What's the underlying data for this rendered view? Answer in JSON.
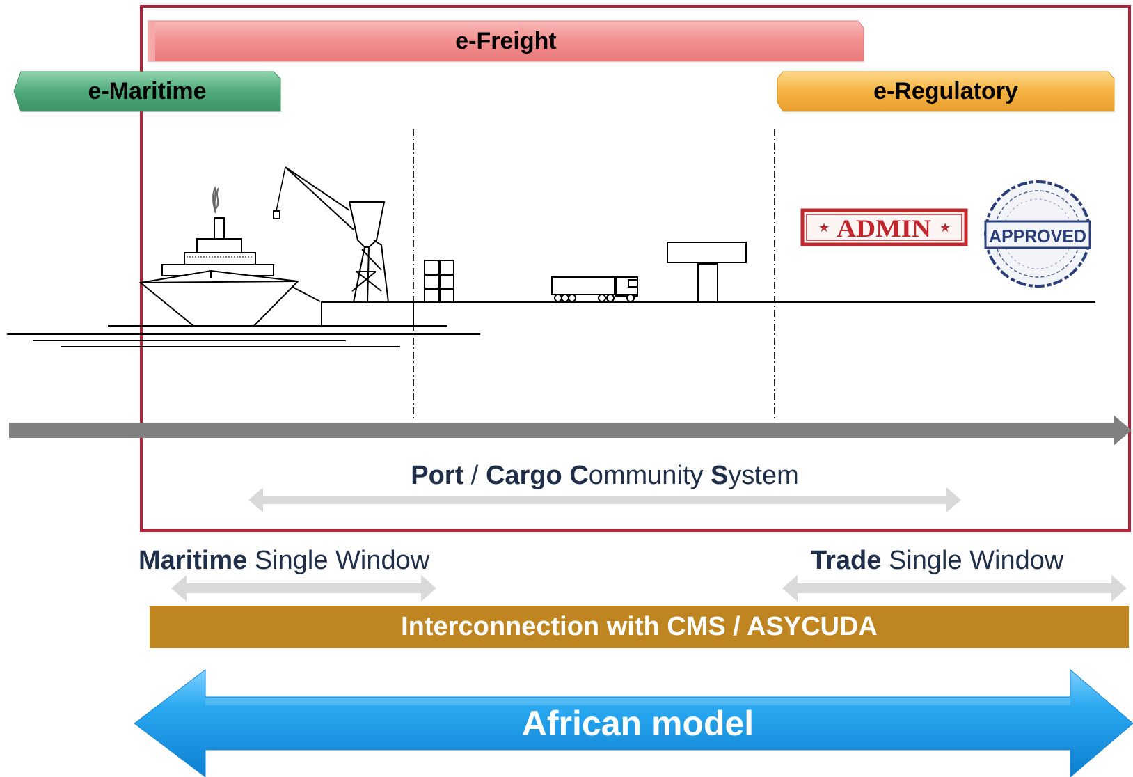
{
  "bands": {
    "freight": "e-Freight",
    "maritime": "e-Maritime",
    "regulatory": "e-Regulatory"
  },
  "stamps": {
    "admin": "ADMIN",
    "approved": "APPROVED"
  },
  "pccs": {
    "port": "Port",
    "slash": " / ",
    "cargo_c": "Cargo C",
    "ommunity": "ommunity ",
    "s": "S",
    "ystem": "ystem"
  },
  "maritime_sw": {
    "bold": "Maritime",
    "rest": " Single Window"
  },
  "trade_sw": {
    "bold": "Trade",
    "rest": " Single Window"
  },
  "interconnection": "Interconnection with CMS / ASYCUDA",
  "african_model": "African model",
  "colors": {
    "frame": "#b8203a",
    "freight": "#f28f8f",
    "maritime": "#4faa7a",
    "regulatory": "#f5b240",
    "timeline": "#808080",
    "gray_arrow": "#d9d9d9",
    "interconnection": "#bf8520",
    "african": "#1e9be8",
    "stamp_red": "#c1272d",
    "stamp_blue": "#2a3f7a"
  }
}
